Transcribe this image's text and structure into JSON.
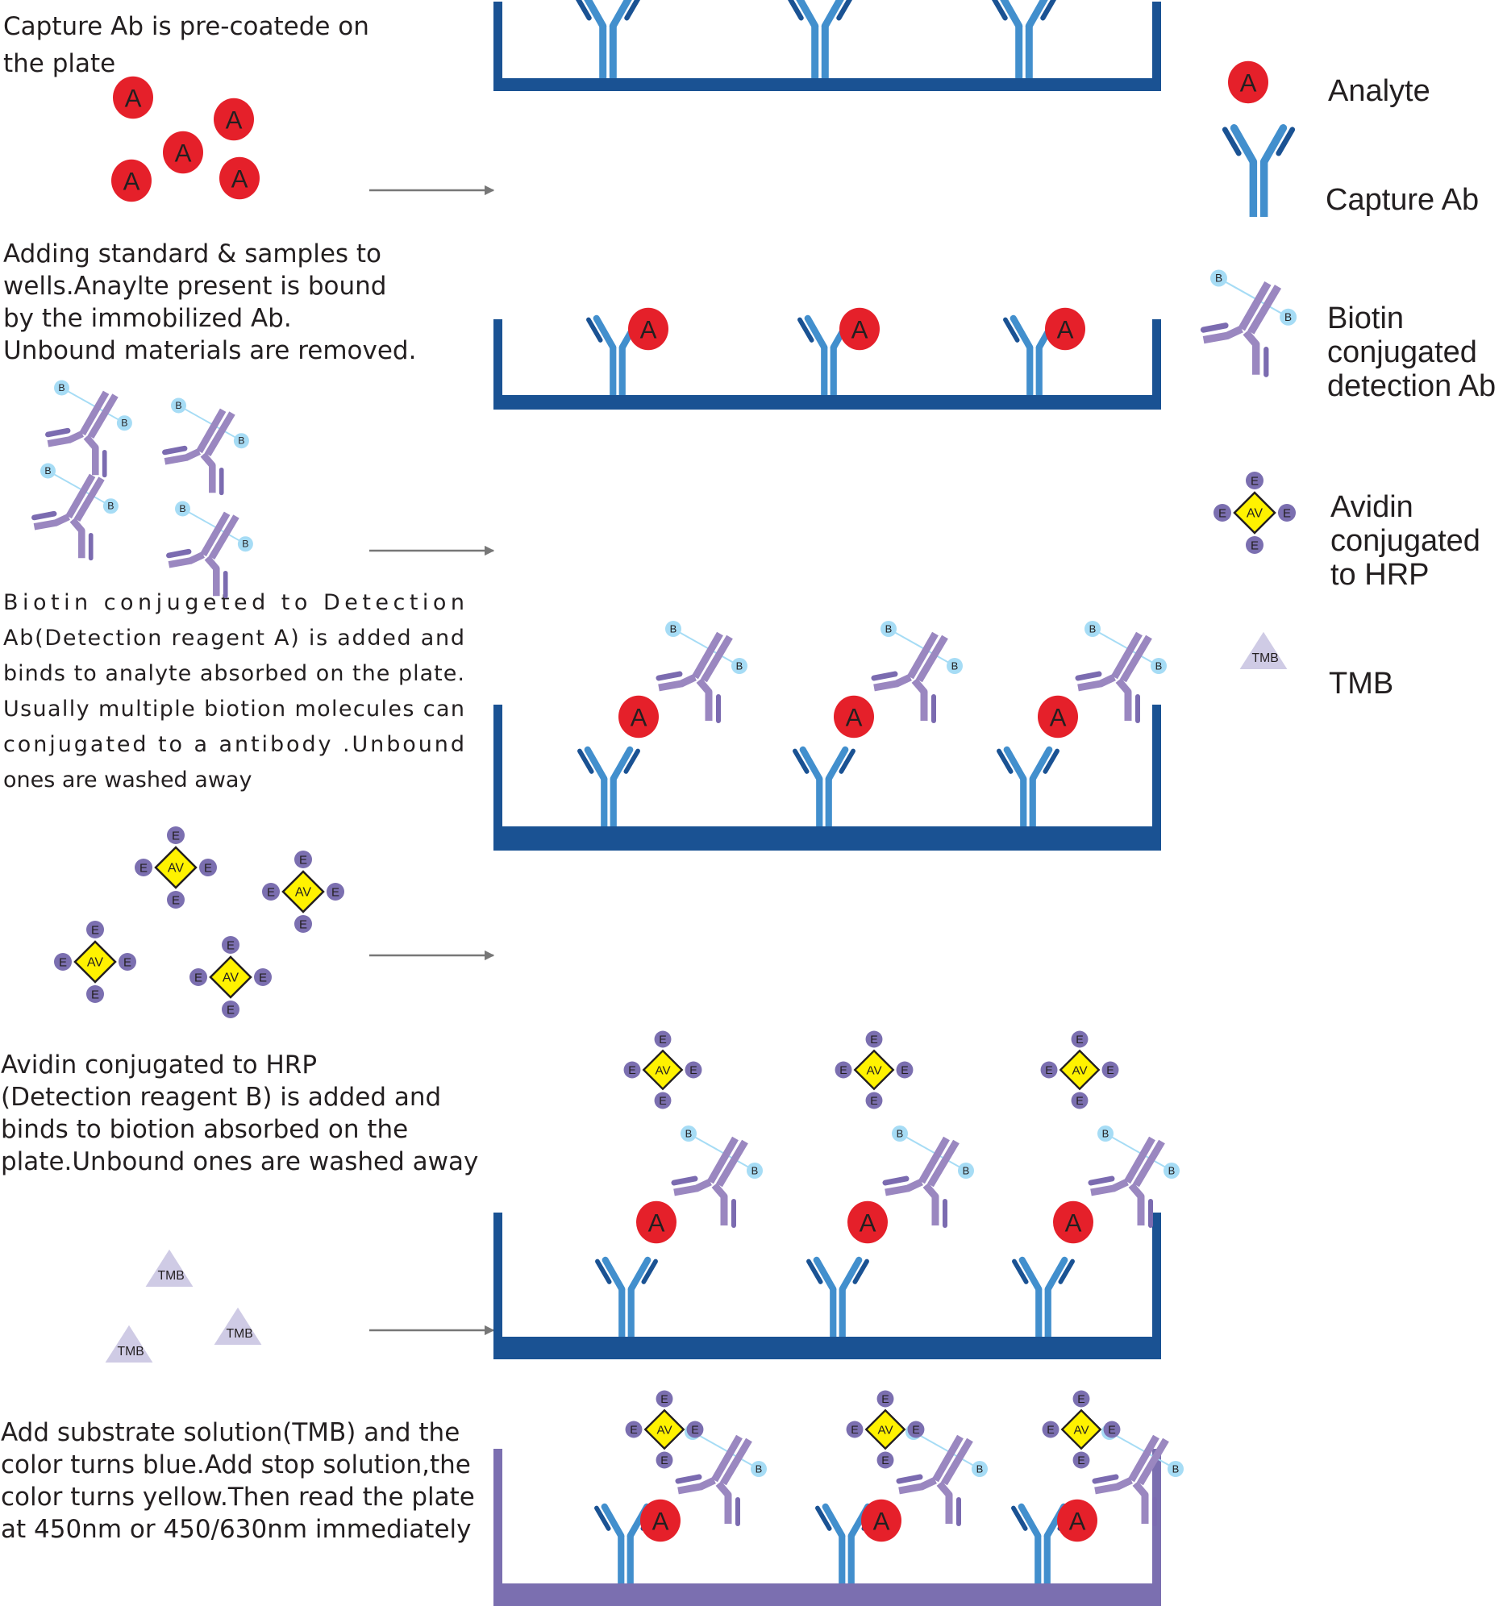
{
  "figure": {
    "title": "Sandwich ELISA (biotin-avidin) procedure",
    "colors": {
      "plate": "#1a5293",
      "plate_final": "#7b6fb0",
      "capture_ab": "#428fcd",
      "capture_ab_light_chain": "#1a5293",
      "analyte": "#e5202a",
      "detection_ab": "#9a87c0",
      "detection_ab_light_chain": "#7b6bb0",
      "biotin": "#a6dcf5",
      "biotin_link": "#a6dcf5",
      "avidin": "#fff200",
      "enzyme": "#7b6fb0",
      "tmb": "#cfcbe5",
      "arrow": "#777777",
      "text": "#231f20"
    }
  },
  "glyph_labels": {
    "analyte": "A",
    "biotin": "B",
    "enzyme": "E",
    "avidin": "AV",
    "tmb": "TMB"
  },
  "steps": [
    {
      "id": 1,
      "text_lines": [
        "Capture Ab is pre-coatede on",
        "the plate"
      ],
      "reagent": "analyte",
      "reagent_count": 5,
      "plate_contents": "capture_ab"
    },
    {
      "id": 2,
      "text_lines": [
        "Adding standard & samples to",
        " wells.Anaylte present is bound",
        "by the immobilized  Ab.",
        "Unbound materials are removed."
      ],
      "reagent": "biotin_detection_ab",
      "reagent_count": 4,
      "plate_contents": "capture_ab + analyte"
    },
    {
      "id": 3,
      "text_lines": [
        "Biotin conjugeted to Detection",
        "Ab(Detection reagent A) is added and",
        "binds to analyte absorbed on the plate.",
        "Usually multiple biotion molecules can",
        "conjugated to a antibody .Unbound",
        "ones are washed away"
      ],
      "reagent": "avidin_hrp",
      "reagent_count": 4,
      "plate_contents": "capture_ab + analyte + detection_ab"
    },
    {
      "id": 4,
      "text_lines": [
        "Avidin conjugated to HRP",
        "(Detection reagent B) is added and",
        "binds to biotion absorbed on the",
        "plate.Unbound ones are washed away"
      ],
      "reagent": "tmb",
      "reagent_count": 3,
      "plate_contents": "capture_ab + analyte + detection_ab + avidin_hrp"
    },
    {
      "id": 5,
      "text_lines": [
        "Add substrate solution(TMB) and the",
        "color turns blue.Add stop solution,the",
        " color turns yellow.Then read the plate",
        "at 450nm or 450/630nm immediately"
      ],
      "plate_contents": "capture_ab + analyte + detection_ab + avidin_hrp (stopped, colored)"
    }
  ],
  "legend": [
    {
      "key": "analyte",
      "label_lines": [
        "Analyte"
      ]
    },
    {
      "key": "capture_ab",
      "label_lines": [
        "Capture Ab"
      ]
    },
    {
      "key": "detection_ab",
      "label_lines": [
        "Biotin",
        "conjugated",
        "detection Ab"
      ]
    },
    {
      "key": "avidin_hrp",
      "label_lines": [
        "Avidin",
        "conjugated",
        "to HRP"
      ]
    },
    {
      "key": "tmb",
      "label_lines": [
        "TMB"
      ]
    }
  ]
}
